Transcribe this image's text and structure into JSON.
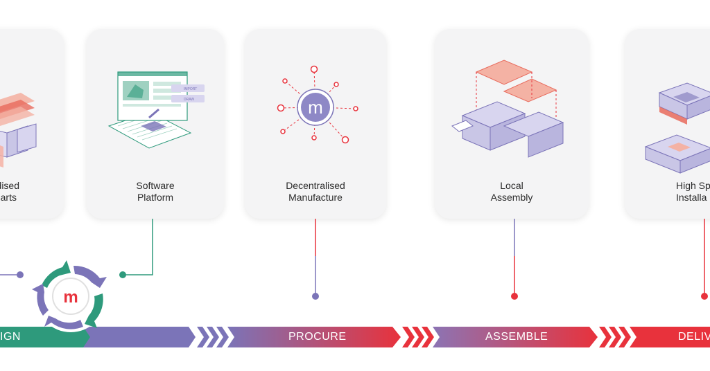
{
  "cards": [
    {
      "id": "standardised-parts",
      "line1": "dised",
      "line2": "Parts"
    },
    {
      "id": "software-platform",
      "line1": "Software",
      "line2": "Platform",
      "import_label": "IMPORT",
      "draw_label": "DRAW"
    },
    {
      "id": "decentralised-manufacture",
      "line1": "Decentralised",
      "line2": "Manufacture"
    },
    {
      "id": "local-assembly",
      "line1": "Local",
      "line2": "Assembly"
    },
    {
      "id": "high-speed-installation",
      "line1": "High Sp",
      "line2": "Installa"
    }
  ],
  "stages": {
    "design": "IGN",
    "procure": "PROCURE",
    "assemble": "ASSEMBLE",
    "deliver": "DELIV"
  },
  "logo_letter": "m",
  "colors": {
    "purple": "#7b74b8",
    "teal": "#2e9a7c",
    "red": "#e8323c",
    "salmon": "#f0a08c",
    "lavender": "#c9c6e6",
    "card_bg": "#f4f4f5"
  }
}
